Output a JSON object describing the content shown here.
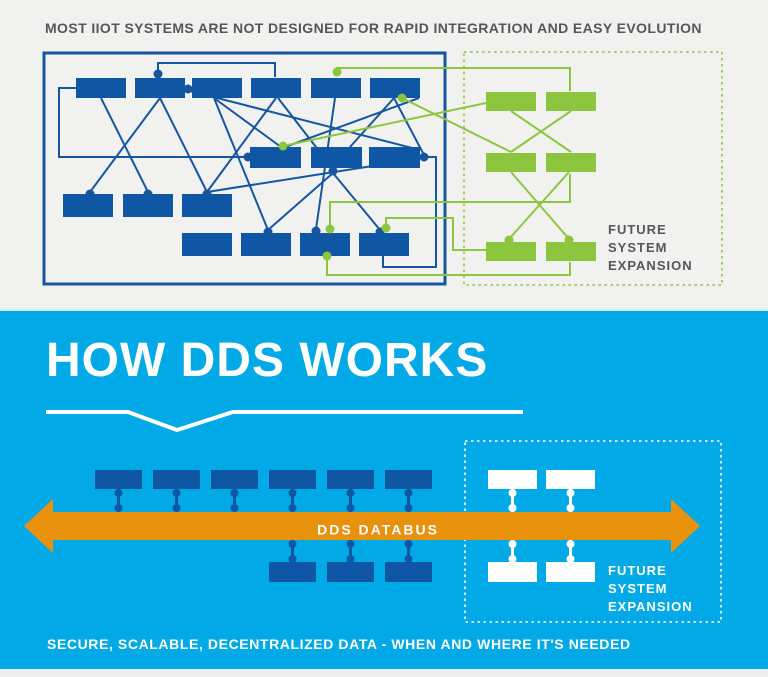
{
  "colors": {
    "top_background": "#f1f2f0",
    "node_blue": "#0f56a4",
    "line_blue": "#15569f",
    "future_green": "#8cc63f",
    "gray_text": "#54565b",
    "section_blue": "#02a9e7",
    "databus_orange": "#e8910d",
    "white": "#ffffff"
  },
  "top_section": {
    "title": "MOST IIOT SYSTEMS ARE NOT DESIGNED FOR RAPID INTEGRATION AND EASY EVOLUTION",
    "future_label": {
      "line1": "FUTURE",
      "line2": "SYSTEM",
      "line3": "EXPANSION"
    }
  },
  "bottom_section": {
    "heading": "HOW DDS WORKS",
    "databus_label": "DDS DATABUS",
    "future_label": {
      "line1": "FUTURE",
      "line2": "SYSTEM",
      "line3": "EXPANSION"
    },
    "tagline": "SECURE, SCALABLE, DECENTRALIZED DATA - WHEN AND WHERE IT'S NEEDED"
  }
}
